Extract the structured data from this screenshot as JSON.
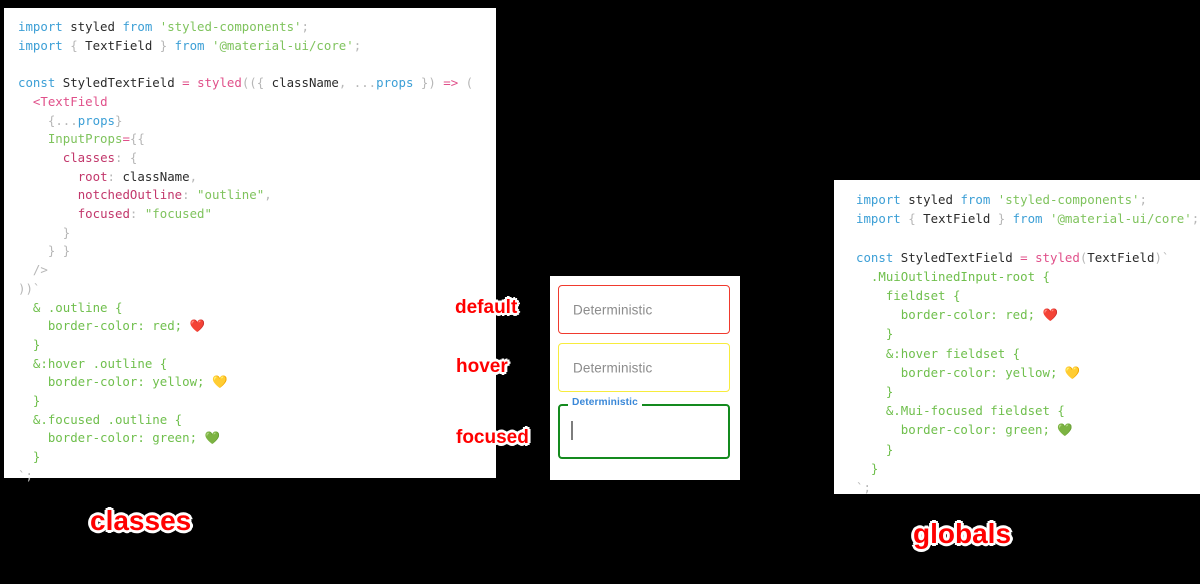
{
  "panels": {
    "classes": {
      "title": "classes",
      "lines": [
        [
          {
            "t": "import ",
            "c": "kw"
          },
          {
            "t": "styled",
            "c": "id"
          },
          {
            "t": " from ",
            "c": "kw"
          },
          {
            "t": "'styled-components'",
            "c": "str"
          },
          {
            "t": ";",
            "c": "punc"
          }
        ],
        [
          {
            "t": "import ",
            "c": "kw"
          },
          {
            "t": "{",
            "c": "punc"
          },
          {
            "t": " TextField ",
            "c": "id"
          },
          {
            "t": "}",
            "c": "punc"
          },
          {
            "t": " from ",
            "c": "kw"
          },
          {
            "t": "'@material-ui/core'",
            "c": "str"
          },
          {
            "t": ";",
            "c": "punc"
          }
        ],
        [],
        [
          {
            "t": "const ",
            "c": "kw"
          },
          {
            "t": "StyledTextField",
            "c": "id"
          },
          {
            "t": " = ",
            "c": "op"
          },
          {
            "t": "styled",
            "c": "fn"
          },
          {
            "t": "((",
            "c": "punc"
          },
          {
            "t": "{ ",
            "c": "punc"
          },
          {
            "t": "className",
            "c": "id"
          },
          {
            "t": ", ",
            "c": "punc"
          },
          {
            "t": "...",
            "c": "punc"
          },
          {
            "t": "props",
            "c": "kw"
          },
          {
            "t": " }",
            "c": "punc"
          },
          {
            "t": ") ",
            "c": "punc"
          },
          {
            "t": "=>",
            "c": "op"
          },
          {
            "t": " (",
            "c": "punc"
          }
        ],
        [
          {
            "t": "  <",
            "c": "fn"
          },
          {
            "t": "TextField",
            "c": "fn"
          }
        ],
        [
          {
            "t": "    {",
            "c": "punc"
          },
          {
            "t": "...",
            "c": "punc"
          },
          {
            "t": "props",
            "c": "kw"
          },
          {
            "t": "}",
            "c": "punc"
          }
        ],
        [
          {
            "t": "    ",
            "c": "id"
          },
          {
            "t": "InputProps",
            "c": "attr"
          },
          {
            "t": "=",
            "c": "op"
          },
          {
            "t": "{{",
            "c": "punc"
          }
        ],
        [
          {
            "t": "      ",
            "c": "id"
          },
          {
            "t": "classes",
            "c": "prop"
          },
          {
            "t": ": ",
            "c": "punc"
          },
          {
            "t": "{",
            "c": "punc"
          }
        ],
        [
          {
            "t": "        ",
            "c": "id"
          },
          {
            "t": "root",
            "c": "prop"
          },
          {
            "t": ": ",
            "c": "punc"
          },
          {
            "t": "className",
            "c": "id"
          },
          {
            "t": ",",
            "c": "punc"
          }
        ],
        [
          {
            "t": "        ",
            "c": "id"
          },
          {
            "t": "notchedOutline",
            "c": "prop"
          },
          {
            "t": ": ",
            "c": "punc"
          },
          {
            "t": "\"outline\"",
            "c": "str"
          },
          {
            "t": ",",
            "c": "punc"
          }
        ],
        [
          {
            "t": "        ",
            "c": "id"
          },
          {
            "t": "focused",
            "c": "prop"
          },
          {
            "t": ": ",
            "c": "punc"
          },
          {
            "t": "\"focused\"",
            "c": "str"
          }
        ],
        [
          {
            "t": "      }",
            "c": "punc"
          }
        ],
        [
          {
            "t": "    } }",
            "c": "punc"
          }
        ],
        [
          {
            "t": "  />",
            "c": "punc"
          }
        ],
        [
          {
            "t": "))`",
            "c": "punc"
          }
        ],
        [
          {
            "t": "  & .outline {",
            "c": "css"
          }
        ],
        [
          {
            "t": "    border-color: red; ",
            "c": "css"
          },
          {
            "t": "❤️",
            "c": "emoji"
          }
        ],
        [
          {
            "t": "  }",
            "c": "css"
          }
        ],
        [
          {
            "t": "  &:hover .outline {",
            "c": "css"
          }
        ],
        [
          {
            "t": "    border-color: yellow; ",
            "c": "css"
          },
          {
            "t": "💛",
            "c": "emoji"
          }
        ],
        [
          {
            "t": "  }",
            "c": "css"
          }
        ],
        [
          {
            "t": "  &.focused .outline {",
            "c": "css"
          }
        ],
        [
          {
            "t": "    border-color: green; ",
            "c": "css"
          },
          {
            "t": "💚",
            "c": "emoji"
          }
        ],
        [
          {
            "t": "  }",
            "c": "css"
          }
        ],
        [
          {
            "t": "`;",
            "c": "punc"
          }
        ]
      ]
    },
    "globals": {
      "title": "globals",
      "lines": [
        [
          {
            "t": "import ",
            "c": "kw"
          },
          {
            "t": "styled",
            "c": "id"
          },
          {
            "t": " from ",
            "c": "kw"
          },
          {
            "t": "'styled-components'",
            "c": "str"
          },
          {
            "t": ";",
            "c": "punc"
          }
        ],
        [
          {
            "t": "import ",
            "c": "kw"
          },
          {
            "t": "{",
            "c": "punc"
          },
          {
            "t": " TextField ",
            "c": "id"
          },
          {
            "t": "}",
            "c": "punc"
          },
          {
            "t": " from ",
            "c": "kw"
          },
          {
            "t": "'@material-ui/core'",
            "c": "str"
          },
          {
            "t": ";",
            "c": "punc"
          }
        ],
        [],
        [
          {
            "t": "const ",
            "c": "kw"
          },
          {
            "t": "StyledTextField",
            "c": "id"
          },
          {
            "t": " = ",
            "c": "op"
          },
          {
            "t": "styled",
            "c": "fn"
          },
          {
            "t": "(",
            "c": "punc"
          },
          {
            "t": "TextField",
            "c": "id"
          },
          {
            "t": ")`",
            "c": "punc"
          }
        ],
        [
          {
            "t": "  .MuiOutlinedInput-root {",
            "c": "css"
          }
        ],
        [
          {
            "t": "    fieldset {",
            "c": "css"
          }
        ],
        [
          {
            "t": "      border-color: red; ",
            "c": "css"
          },
          {
            "t": "❤️",
            "c": "emoji"
          }
        ],
        [
          {
            "t": "    }",
            "c": "css"
          }
        ],
        [
          {
            "t": "    &:hover fieldset {",
            "c": "css"
          }
        ],
        [
          {
            "t": "      border-color: yellow; ",
            "c": "css"
          },
          {
            "t": "💛",
            "c": "emoji"
          }
        ],
        [
          {
            "t": "    }",
            "c": "css"
          }
        ],
        [
          {
            "t": "    &.Mui-focused fieldset {",
            "c": "css"
          }
        ],
        [
          {
            "t": "      border-color: green; ",
            "c": "css"
          },
          {
            "t": "💚",
            "c": "emoji"
          }
        ],
        [
          {
            "t": "    }",
            "c": "css"
          }
        ],
        [
          {
            "t": "  }",
            "c": "css"
          }
        ],
        [
          {
            "t": "`;",
            "c": "punc"
          }
        ]
      ]
    }
  },
  "demo": {
    "fields": {
      "default": {
        "state": "default",
        "text": "Deterministic",
        "border_color": "#f03a2e"
      },
      "hover": {
        "state": "hover",
        "text": "Deterministic",
        "border_color": "#f7ec3d"
      },
      "focused": {
        "state": "focused",
        "label": "Deterministic",
        "value": "",
        "border_color": "#148a1e",
        "label_color": "#3a88d8"
      }
    }
  },
  "annotations": {
    "default": "default",
    "hover": "hover",
    "focused": "focused",
    "left_caption": "classes",
    "right_caption": "globals",
    "color": "#ff0000"
  }
}
